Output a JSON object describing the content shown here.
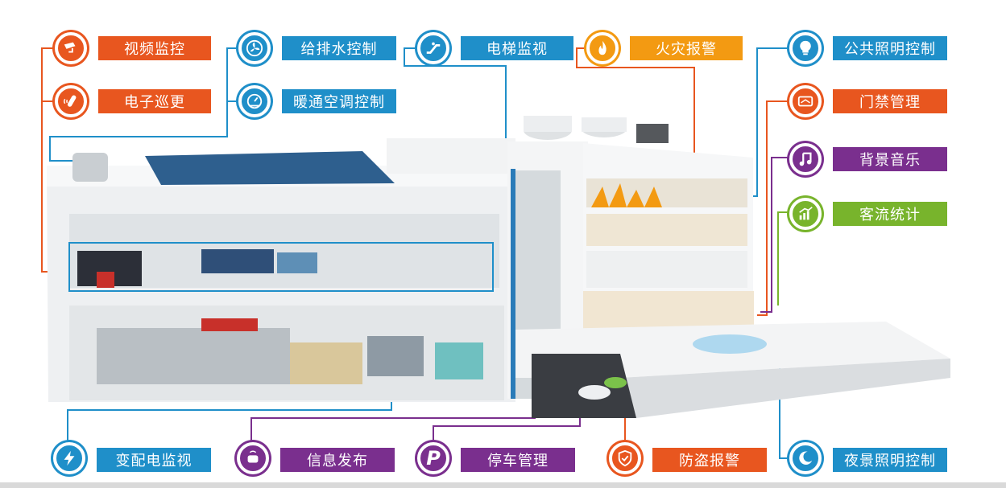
{
  "labels": {
    "video": "视频监控",
    "patrol": "电子巡更",
    "water": "给排水控制",
    "hvac": "暖通空调控制",
    "elevator": "电梯监视",
    "fire": "火灾报警",
    "lighting": "公共照明控制",
    "access": "门禁管理",
    "music": "背景音乐",
    "traffic": "客流统计",
    "power": "变配电监视",
    "info": "信息发布",
    "parking": "停车管理",
    "burglar": "防盗报警",
    "night": "夜景照明控制"
  },
  "icons": {
    "video": "cctv-camera-icon",
    "patrol": "patrol-wand-icon",
    "water": "fan-icon",
    "hvac": "gauge-icon",
    "elevator": "escalator-icon",
    "fire": "flame-icon",
    "lighting": "lightbulb-icon",
    "access": "card-reader-icon",
    "music": "music-note-icon",
    "traffic": "bar-chart-icon",
    "power": "lightning-icon",
    "info": "chat-bubble-icon",
    "parking": "parking-icon",
    "burglar": "shield-icon",
    "night": "moon-icon"
  },
  "colors": {
    "orange": "#e8561f",
    "blue": "#1f8fc9",
    "purple": "#7a2f8e",
    "green": "#78b42c",
    "yellow": "#f39a12"
  }
}
